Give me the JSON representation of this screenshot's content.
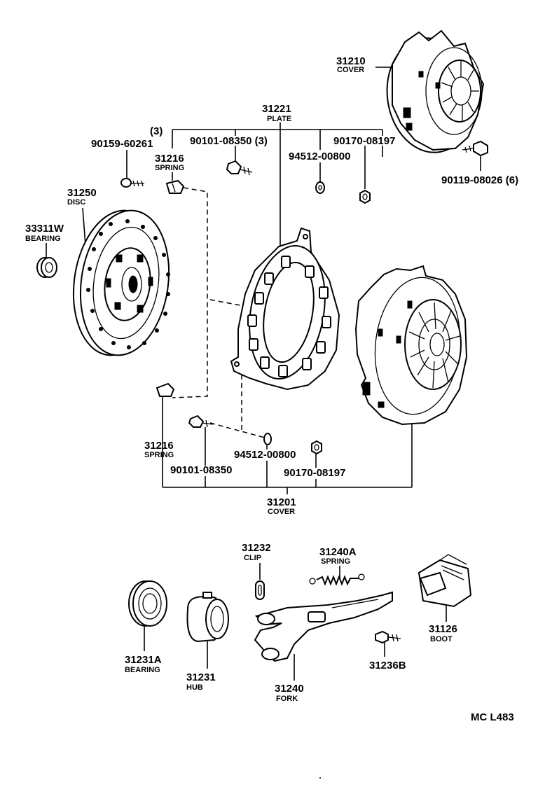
{
  "parts": {
    "cover_top": {
      "number": "31210",
      "name": "COVER"
    },
    "plate": {
      "number": "31221",
      "name": "PLATE"
    },
    "qty_3": "(3)",
    "bolt_60261": "90159-60261",
    "bolt_08350_3": "90101-08350 (3)",
    "washer_00800_top": "94512-00800",
    "nut_08197_top": "90170-08197",
    "bolt_08026": "90119-08026 (6)",
    "spring_top": {
      "number": "31216",
      "name": "SPRING"
    },
    "disc": {
      "number": "31250",
      "name": "DISC"
    },
    "bearing_pilot": {
      "number": "33311W",
      "name": "BEARING"
    },
    "spring_bottom": {
      "number": "31216",
      "name": "SPRING"
    },
    "washer_00800_bottom": "94512-00800",
    "bolt_08350": "90101-08350",
    "nut_08197_bottom": "90170-08197",
    "cover_assy": {
      "number": "31201",
      "name": "COVER"
    },
    "clip": {
      "number": "31232",
      "name": "CLIP"
    },
    "fork_spring": {
      "number": "31240A",
      "name": "SPRING"
    },
    "boot": {
      "number": "31126",
      "name": "BOOT"
    },
    "release_bearing": {
      "number": "31231A",
      "name": "BEARING"
    },
    "hub": {
      "number": "31231",
      "name": "HUB"
    },
    "fork": {
      "number": "31240",
      "name": "FORK"
    },
    "pivot": "31236B"
  },
  "diagram_code": "MC L483"
}
